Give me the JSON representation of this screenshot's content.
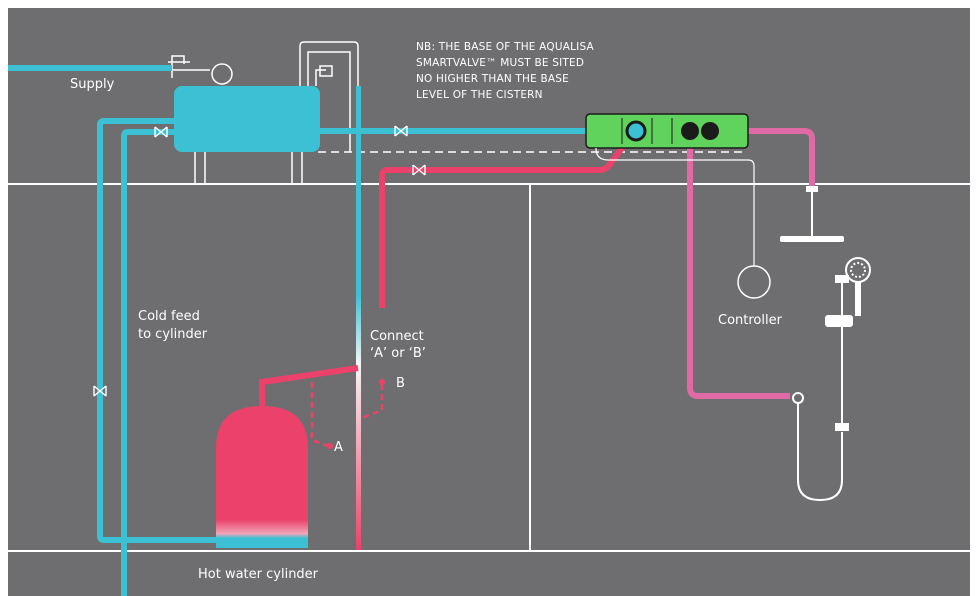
{
  "labels": {
    "supply": "Supply",
    "note_line1": "NB: THE BASE OF THE AQUALISA",
    "note_line2": "SMARTVALVE™ MUST BE SITED",
    "note_line3": "NO HIGHER THAN THE BASE",
    "note_line4": "LEVEL OF THE CISTERN",
    "cold_feed_line1": "Cold feed",
    "cold_feed_line2": "to cylinder",
    "connect_line1": "Connect",
    "connect_line2": "‘A’ or ‘B’",
    "point_a": "A",
    "point_b": "B",
    "controller": "Controller",
    "cylinder": "Hot water cylinder"
  },
  "colors": {
    "background": "#6e6e70",
    "cold_pipe": "#3cc0d4",
    "hot_pipe": "#ec416a",
    "mixed_pipe": "#e06aa6",
    "valve_body": "#5fd35c",
    "outline": "#ffffff"
  },
  "icons": [
    "isolating-valve-icon",
    "cold-water-cistern-icon",
    "smartvalve-unit-icon",
    "controller-icon",
    "ceiling-shower-head-icon",
    "adjustable-handset-shower-icon",
    "hot-water-cylinder-icon"
  ]
}
